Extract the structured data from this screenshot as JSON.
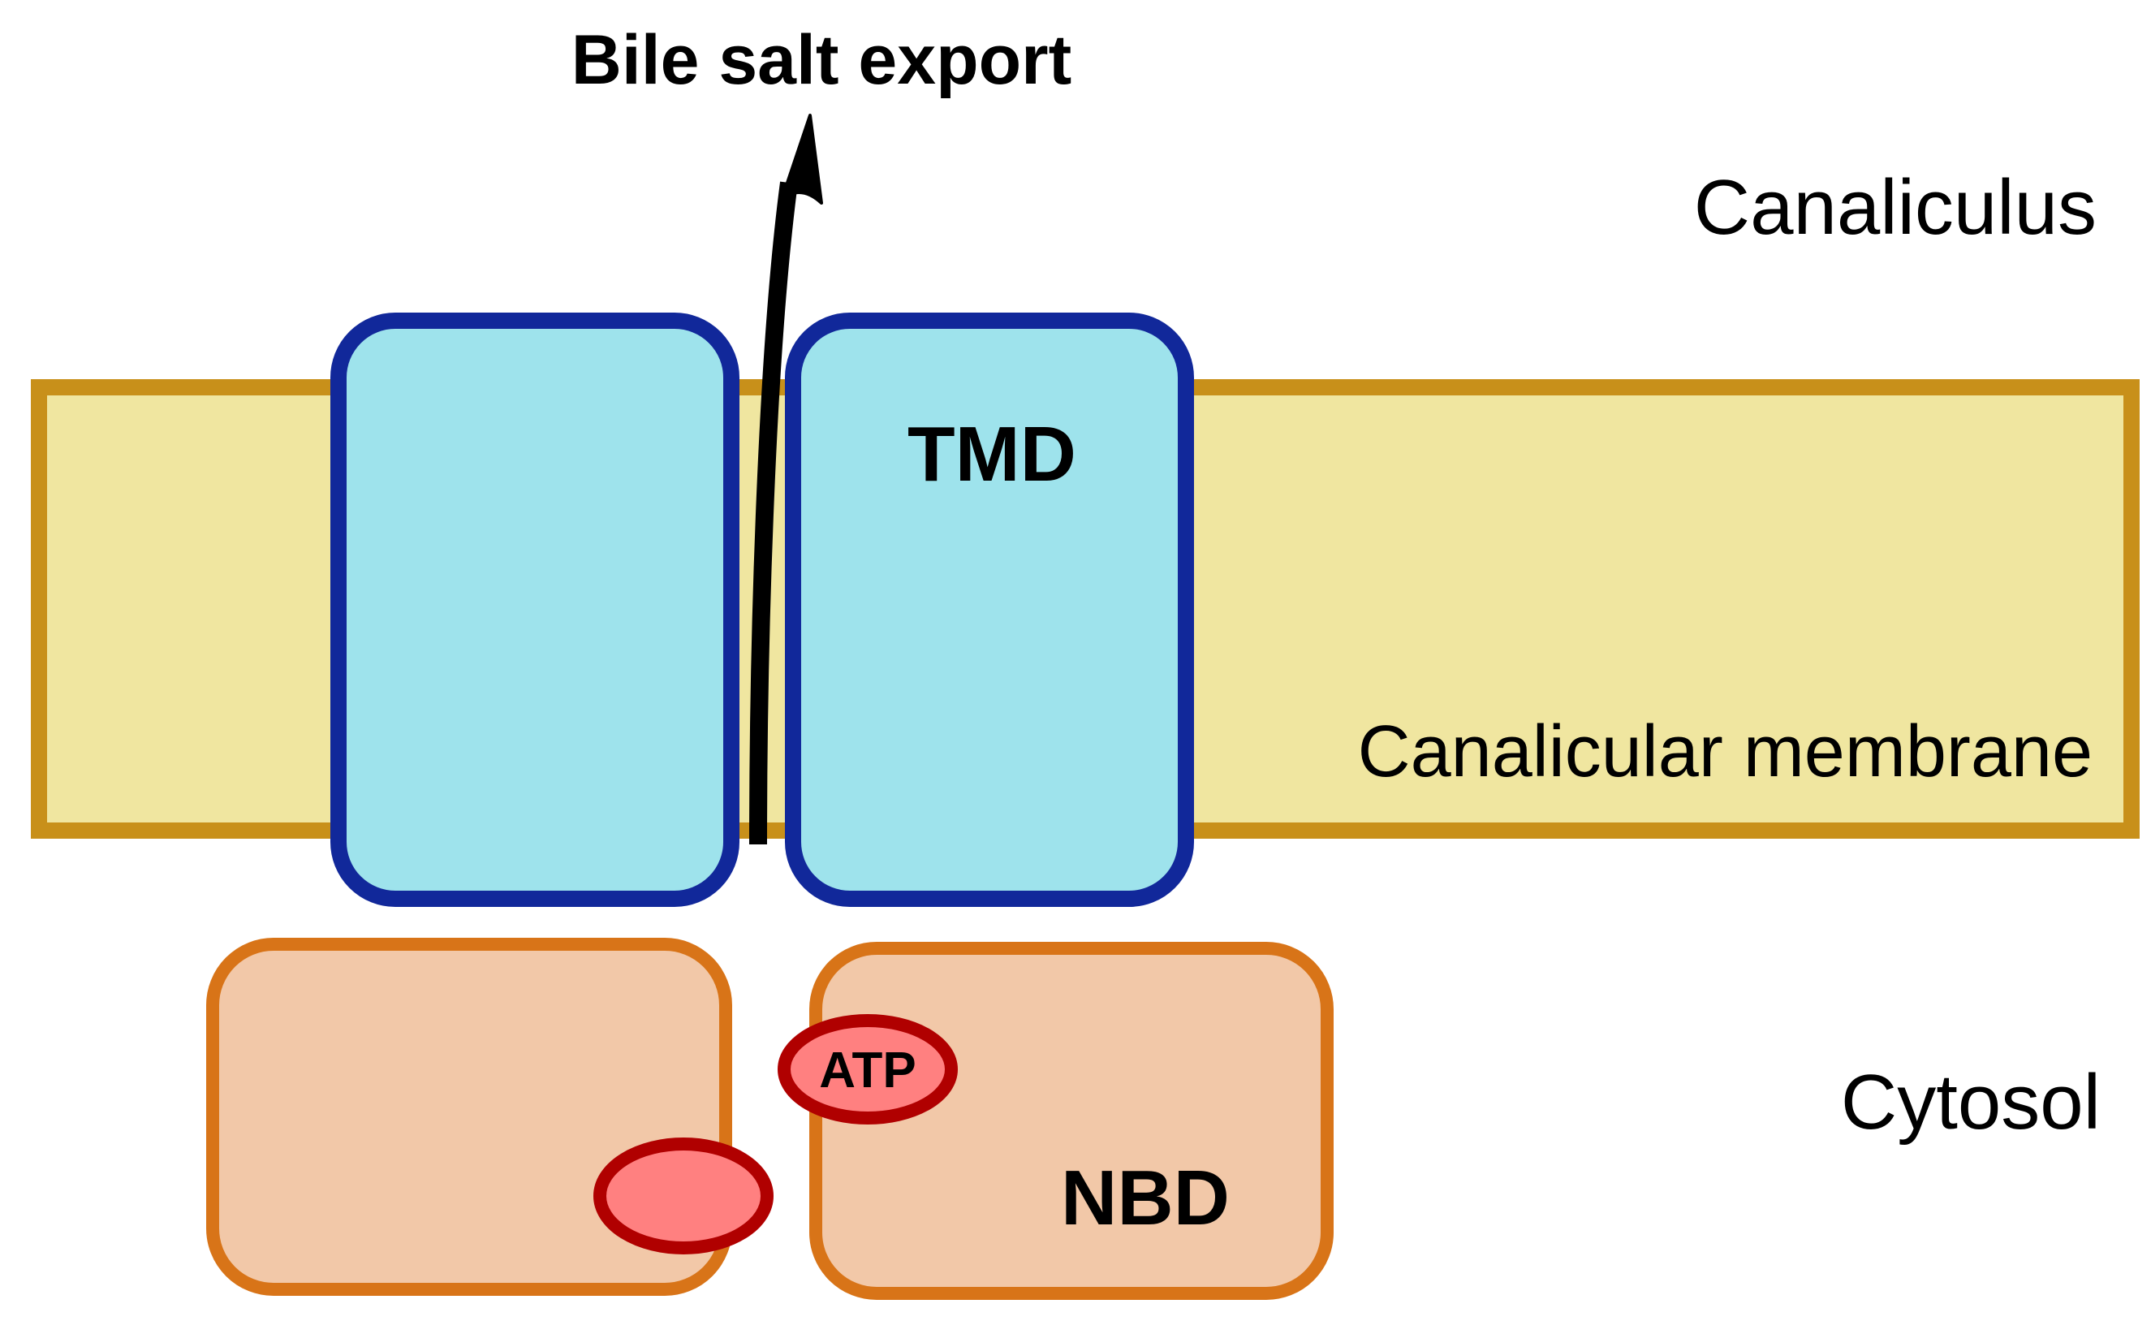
{
  "labels": {
    "export": "Bile salt export",
    "canaliculus": "Canaliculus",
    "membrane": "Canalicular membrane",
    "cytosol": "Cytosol",
    "tmd": "TMD",
    "nbd": "NBD",
    "atp": "ATP"
  },
  "colors": {
    "membrane_fill": "#F0E6A0",
    "membrane_stroke": "#C8901A",
    "tmd_fill": "#9EE3EC",
    "tmd_stroke": "#11289A",
    "nbd_fill": "#F2C8A8",
    "nbd_stroke": "#D87418",
    "atp_fill": "#FF8080",
    "atp_stroke": "#B00000",
    "arrow": "#000000",
    "text": "#000000"
  }
}
